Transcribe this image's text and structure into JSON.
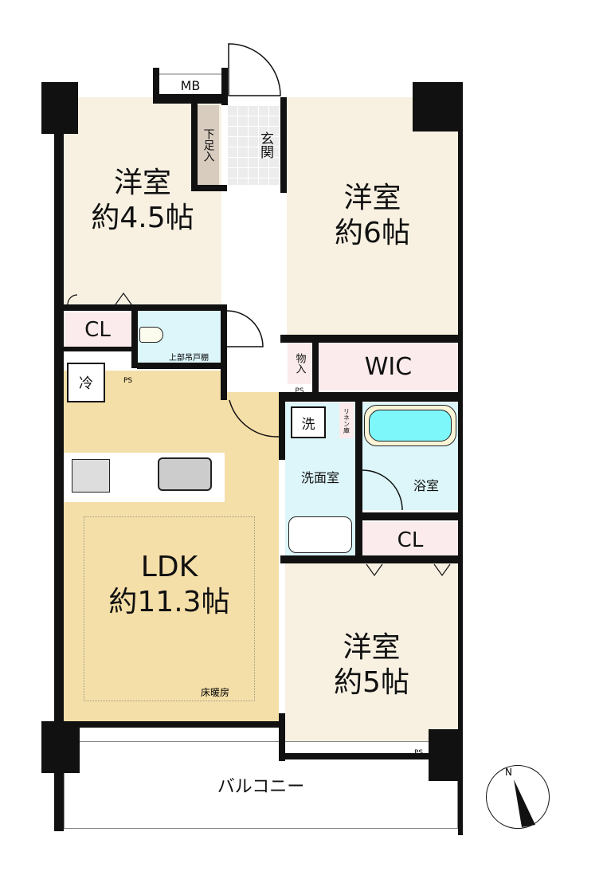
{
  "rooms": {
    "western_45": {
      "name": "洋室",
      "size": "約4.5帖"
    },
    "western_6": {
      "name": "洋室",
      "size": "約6帖"
    },
    "western_5": {
      "name": "洋室",
      "size": "約5帖"
    },
    "ldk": {
      "name": "LDK",
      "size": "約11.3帖",
      "note": "床暖房"
    },
    "mb": "MB",
    "shoe_storage": "下足入",
    "entrance": "玄関",
    "closet_left": "CL",
    "closet_right": "CL",
    "toilet_note": "上部吊戸棚",
    "fridge": "冷",
    "storage": "物入",
    "wic": "WIC",
    "ps_left": "PS",
    "ps_center": "PS",
    "ps_right": "PS",
    "washer": "洗",
    "linen": "リネン庫",
    "washroom": "洗面室",
    "bathroom": "浴室",
    "balcony": "バルコニー"
  },
  "compass": {
    "label": "N"
  },
  "colors": {
    "bedroom": "#f8f1e2",
    "ldk": "#f5dfa8",
    "closet": "#fcebec",
    "wet": "#dcf6fa",
    "shoe": "#d8ccbf",
    "wall": "#111111"
  }
}
